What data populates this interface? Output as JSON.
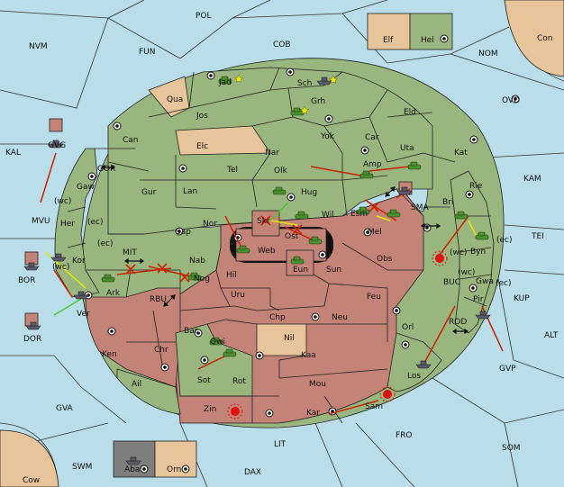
{
  "colors": {
    "sea": "#b9dde9",
    "green_power": "#99b67f",
    "red_power": "#c48377",
    "neutral": "#e7c49a",
    "eliminated": "#7e7e7e",
    "move_arrow": "#cc2200",
    "support_arrow": "#e8e800",
    "convoy_arrow": "#44cc33"
  },
  "sea_regions": {
    "pol": "POL",
    "cob": "COB",
    "nvm": "NVM",
    "fun": "FUN",
    "nom": "NOM",
    "con": "Con",
    "ovd": "OVD",
    "kal": "KAL",
    "kam": "KAM",
    "mvu": "MVU",
    "gor": "GOR",
    "mit": "MIT",
    "rbu": "RBU",
    "sma": "SMA",
    "tei": "TEI",
    "bor": "BOR",
    "dor": "DOR",
    "kup": "KUP",
    "buc": "BUC",
    "rod": "ROD",
    "alt": "ALT",
    "gvp": "GVP",
    "gva": "GVA",
    "fro": "FRO",
    "som": "SOM",
    "lit": "LIT",
    "swm": "SWM",
    "dax": "DAX",
    "cow": "Cow"
  },
  "territories": {
    "jad": "Jad",
    "sch": "Sch",
    "qua": "Qua",
    "jos": "Jos",
    "grh": "Grh",
    "eld": "Eld",
    "can": "Can",
    "yok": "Yok",
    "car": "Car",
    "elc": "Elc",
    "nar": "Nar",
    "uta": "Uta",
    "kat": "Kat",
    "gvg": "GVG",
    "amp": "Amp",
    "olk": "Olk",
    "tel": "Tel",
    "gur": "Gur",
    "lan": "Lan",
    "hug": "Hug",
    "rie": "Rie",
    "gaw": "Gaw",
    "bri": "Bri",
    "wil": "Wil",
    "esm": "Esm",
    "her": "Her",
    "nor": "Nor",
    "skr": "Skr",
    "ost": "Ost",
    "mel": "Mel",
    "byn": "Byn",
    "sap": "Sap",
    "web": "Web",
    "kor": "Kor",
    "obs": "Obs",
    "eun": "Eun",
    "nab": "Nab",
    "sun": "Sun",
    "hil": "Hil",
    "gwa": "Gwa",
    "nog": "Nog",
    "ark": "Ark",
    "pir": "Pir",
    "uru": "Uru",
    "feu": "Feu",
    "ver": "Ver",
    "chp": "Chp",
    "neu": "Neu",
    "orl": "Orl",
    "bar": "Bar",
    "qwi": "Qwi",
    "nil": "Nil",
    "ken": "Ken",
    "chr": "Chr",
    "kaa": "Kaa",
    "los": "Los",
    "ail": "Ail",
    "sot": "Sot",
    "rot": "Rot",
    "mou": "Mou",
    "zin": "Zin",
    "kar": "Kar",
    "sam": "Sam",
    "aba": "Aba",
    "orn": "Orn",
    "elf": "Elf",
    "hel": "Hel"
  },
  "coast_labels": {
    "gor_wc": "(wc)",
    "her_ec": "(ec)",
    "kor_ec": "(ec)",
    "kor_wc": "(wc)",
    "bri_wc": "(wc)",
    "byn_ec": "(ec)",
    "gwa_wc": "(wc)",
    "gwa_ec": "(ec)"
  }
}
